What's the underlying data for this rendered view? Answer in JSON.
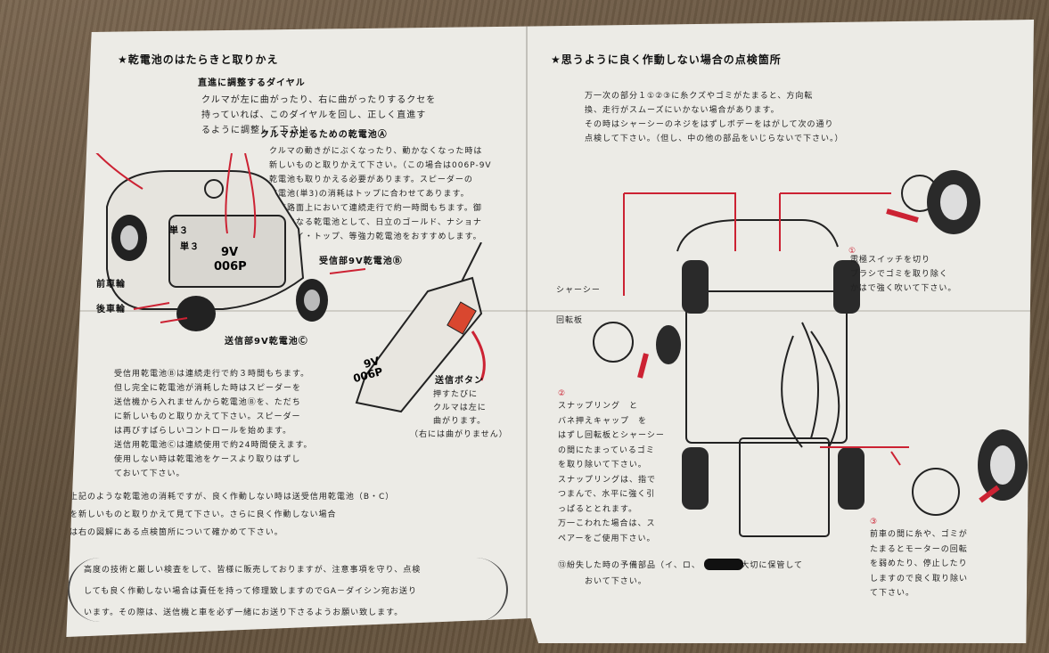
{
  "left_page": {
    "title": "★乾電池のはたらきと取りかえ",
    "dial_heading": "直進に調整するダイヤル",
    "dial_text": [
      "クルマが左に曲がったり、右に曲がったりするクセを",
      "持っていれば、このダイヤルを回し、正しく直進す",
      "るように調整して下さい。"
    ],
    "drive_heading": "クルマが走るための乾電池Ⓐ",
    "drive_text": [
      "クルマの動きがにぶくなったり、動かなくなった時は",
      "新しいものと取りかえて下さい。（この場合は006P-9V",
      "乾電池も取りかえる必要があります。スピーダーの",
      "乾電池(単3)の消耗はトップに合わせてあります。",
      "舗装路面上において連続走行で約一時間もちます。御",
      "使用になる乾電池として、日立のゴールド、ナショナ",
      "ルのハイ・トップ、等強力乾電池をおすすめします。"
    ],
    "battery_labels": [
      "単３",
      "単３",
      "9V",
      "006P"
    ],
    "front_wheel": "前車輪",
    "rear_wheel": "後車輪",
    "receiver_battery": "受信部9V乾電池Ⓑ",
    "transmitter_battery": "送信部9V乾電池Ⓒ",
    "tx_battery_labels": [
      "9V",
      "006P"
    ],
    "send_button_heading": "送信ボタン",
    "send_button_text": [
      "押すたびに",
      "クルマは左に",
      "曲がります。",
      "（右には曲がりません）"
    ],
    "bullets": [
      "受信用乾電池Ⓑは連続走行で約３時間もちます。",
      "但し完全に乾電池が消耗した時はスピーダーを",
      "送信機から入れませんから乾電池Ⓑを、ただち",
      "に新しいものと取りかえて下さい。スピーダー",
      "は再びすばらしいコントロールを始めます。",
      "送信用乾電池Ⓒは連続使用で約24時間使えます。",
      "使用しない時は乾電池をケースより取りはずし",
      "ておいて下さい。"
    ],
    "summary": [
      "上記のような乾電池の消耗ですが、良く作動しない時は送受信用乾電池（B・C）",
      "を新しいものと取りかえて見て下さい。さらに良く作動しない場合",
      "は右の図解にある点検箇所について確かめて下さい。"
    ],
    "notice": [
      "高度の技術と厳しい検査をして、皆様に販売しておりますが、注意事項を守り、点検",
      "しても良く作動しない場合は責任を持って修理致しますのでGA－ダイシン宛お送り",
      "います。その際は、送信機と車を必ず一緒にお送り下さるようお願い致します。"
    ]
  },
  "right_page": {
    "title": "★思うように良く作動しない場合の点検箇所",
    "intro": [
      "万一次の部分１①②③に糸クズやゴミがたまると、方向転",
      "換、走行がスムーズにいかない場合があります。",
      "その時はシャーシーのネジをはずしボデーをはがして次の通り",
      "点検して下さい。（但し、中の他の部品をいじらないで下さい。）"
    ],
    "chassis_label": "シャーシー",
    "turntable_label": "回転板",
    "item1_num": "①",
    "item1_text": [
      "電極スイッチを切り",
      "ブラシでゴミを取り除く",
      "かはで強く吹いて下さい。"
    ],
    "item2_num": "②",
    "item2_text": [
      "スナップリング　と",
      "バネ押えキャップ　を",
      "はずし回転板とシャーシー",
      "の間にたまっているゴミ",
      "を取り除いて下さい。",
      "スナップリングは、指で",
      "つまんで、水平に強く引",
      "っぱるととれます。",
      "万一こわれた場合は、ス",
      "ペアーをご使用下さい。"
    ],
    "item3_num": "③",
    "item3_text": [
      "前車の間に糸や、ゴミが",
      "たまるとモーターの回転",
      "を弱めたり、停止したり",
      "しますので良く取り除い",
      "て下さい。"
    ],
    "spare_parts": [
      "⑬紛失した時の予備部品（イ、ロ、　　　）は大切に保管して",
      "おいて下さい。"
    ]
  }
}
